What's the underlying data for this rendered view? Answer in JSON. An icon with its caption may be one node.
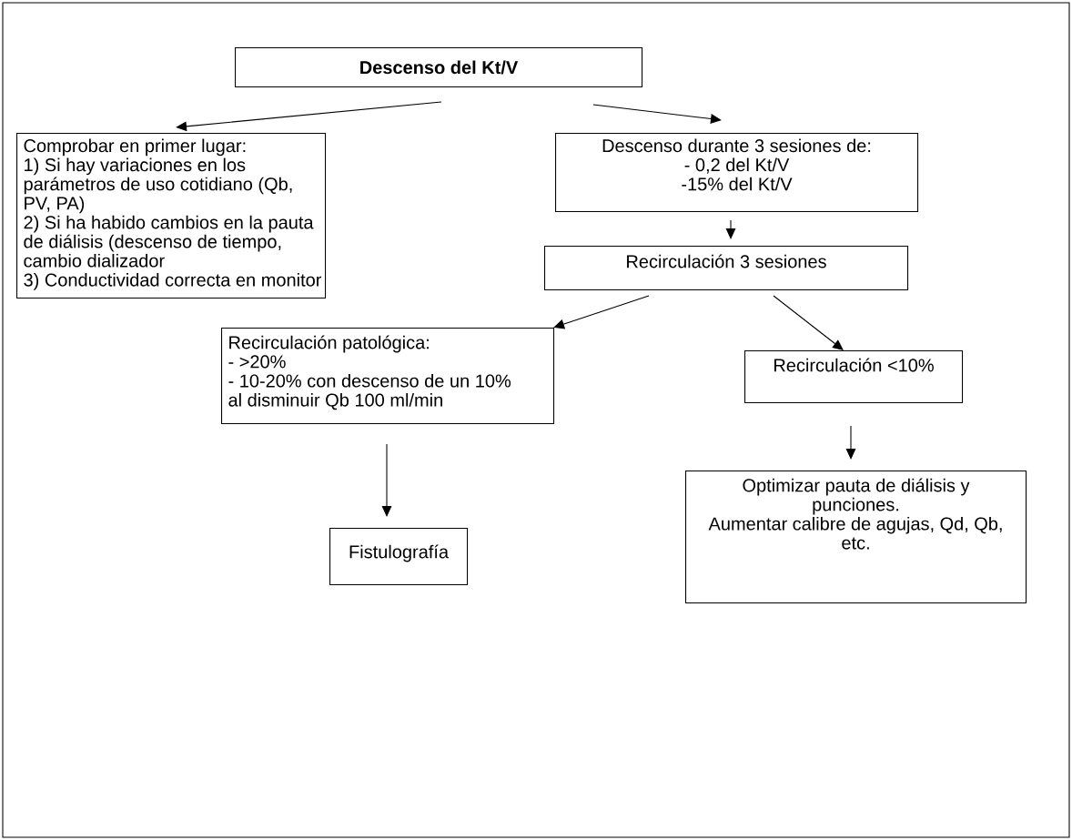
{
  "diagram": {
    "nodes": [
      {
        "text": [
          "Descenso del Kt/V"
        ]
      },
      {
        "text": [
          "Comprobar en primer lugar:",
          "1) Si hay variaciones en los parámetros de uso cotidiano (Qb, PV, PA)",
          "2) Si ha habido cambios en la pauta de diálisis (descenso de tiempo, cambio dializador",
          "3) Conductividad correcta en monitor"
        ]
      },
      {
        "text": [
          "Descenso durante 3 sesiones de:",
          "- 0,2 del Kt/V",
          "-15% del Kt/V"
        ]
      },
      {
        "text": [
          "Recirculación 3 sesiones"
        ]
      },
      {
        "text": [
          "Recirculación patológica:",
          "- >20%",
          "- 10-20% con descenso de un 10% al disminuir Qb 100 ml/min"
        ]
      },
      {
        "text": [
          "Recirculación <10%"
        ]
      },
      {
        "text": [
          "Fistulografía"
        ]
      },
      {
        "text": [
          "Optimizar pauta de diálisis y punciones.",
          "Aumentar calibre de agujas, Qd, Qb, etc."
        ]
      }
    ],
    "edges": [
      {
        "from": 0,
        "to": 1,
        "arrow": "to"
      },
      {
        "from": 0,
        "to": 2,
        "arrow": "to"
      },
      {
        "from": 2,
        "to": 3,
        "arrow": "to"
      },
      {
        "from": 3,
        "to": 4,
        "arrow": "to"
      },
      {
        "from": 3,
        "to": 5,
        "arrow": "to"
      },
      {
        "from": 4,
        "to": 6,
        "arrow": "to"
      },
      {
        "from": 5,
        "to": 7,
        "arrow": "to"
      }
    ]
  }
}
